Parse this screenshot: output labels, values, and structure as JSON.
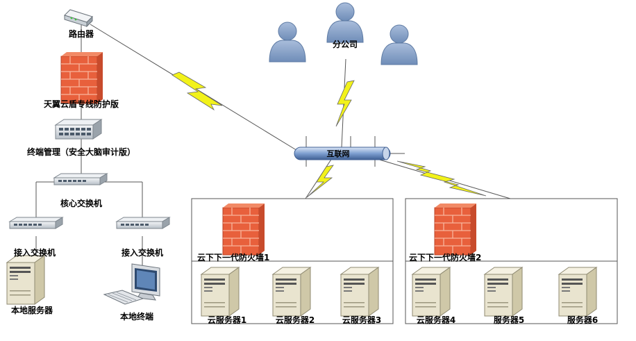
{
  "labels": {
    "router": "路由器",
    "firewall_main": "天翼云盾专线防护版",
    "terminal_mgmt": "终端管理（安全大脑审计版）",
    "core_switch": "核心交换机",
    "access_switch_1": "接入交换机",
    "access_switch_2": "接入交换机",
    "local_server": "本地服务器",
    "local_terminal": "本地终端",
    "branch": "分公司",
    "internet": "互联网",
    "cloud_fw_1": "云下下一代防火墙1",
    "cloud_fw_2": "云下下一代防火墙2",
    "cloud_server_1": "云服务器1",
    "cloud_server_2": "云服务器2",
    "cloud_server_3": "云服务器3",
    "cloud_server_4": "云服务器4",
    "server_5": "服务器5",
    "server_6": "服务器6"
  },
  "colors": {
    "firewall": "#e8603c",
    "firewall_mortar": "#f7b59c",
    "server_body": "#e9e4cf",
    "server_shade": "#cfc8a8",
    "person": "#8ea7c8",
    "cable": "#6b8fc4",
    "lightning": "#f2f21a",
    "line": "#555555"
  },
  "icons": {
    "router": "router-icon",
    "firewall": "firewall-icon",
    "switch": "switch-icon",
    "server": "server-icon",
    "computer": "computer-icon",
    "person": "person-icon",
    "cable": "internet-cable-icon",
    "lightning": "lightning-link-icon"
  }
}
